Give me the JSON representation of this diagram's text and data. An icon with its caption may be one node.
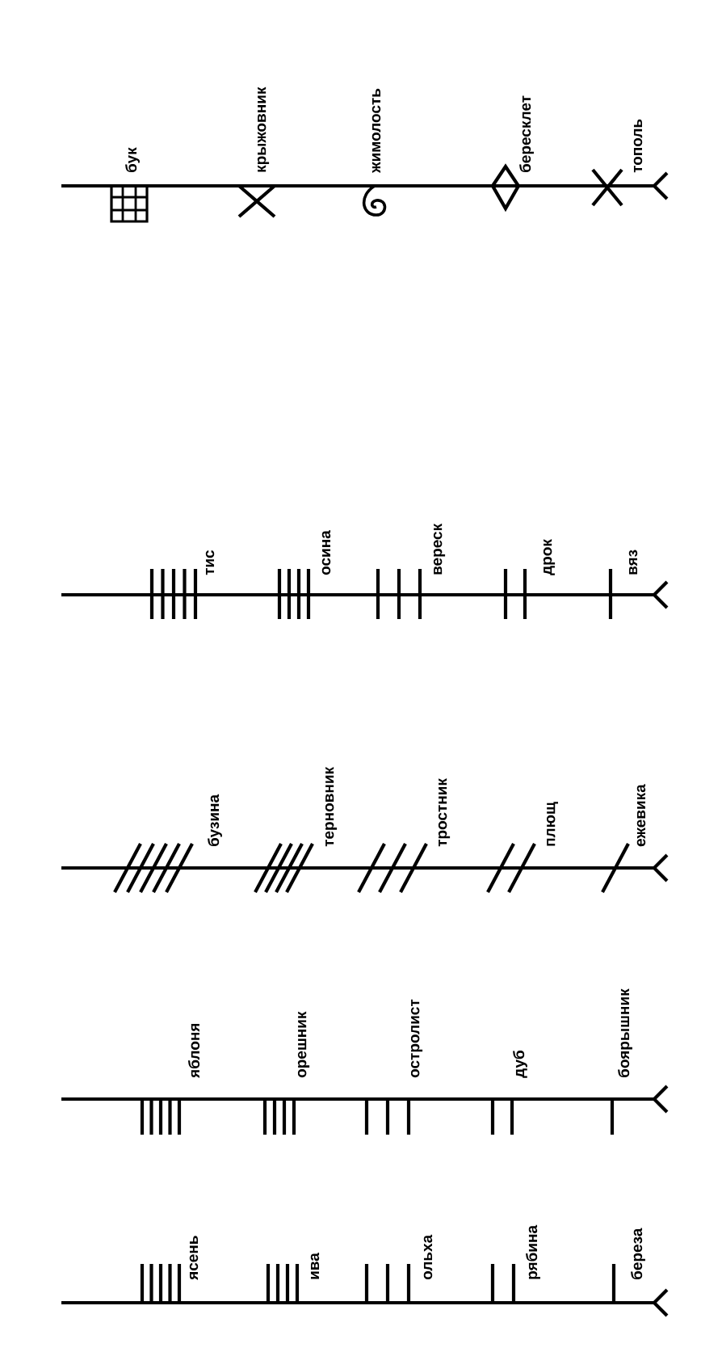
{
  "diagram": {
    "labels": [
      "бук",
      "крыжовник",
      "жимолость",
      "бересклет",
      "тополь",
      "тис",
      "осина",
      "вереск",
      "дрок",
      "вяз",
      "бузина",
      "терновник",
      "тростник",
      "плющ",
      "ежевика",
      "яблоня",
      "орешник",
      "остролист",
      "дуб",
      "боярышник",
      "ясень",
      "ива",
      "ольха",
      "рябина",
      "береза"
    ]
  }
}
